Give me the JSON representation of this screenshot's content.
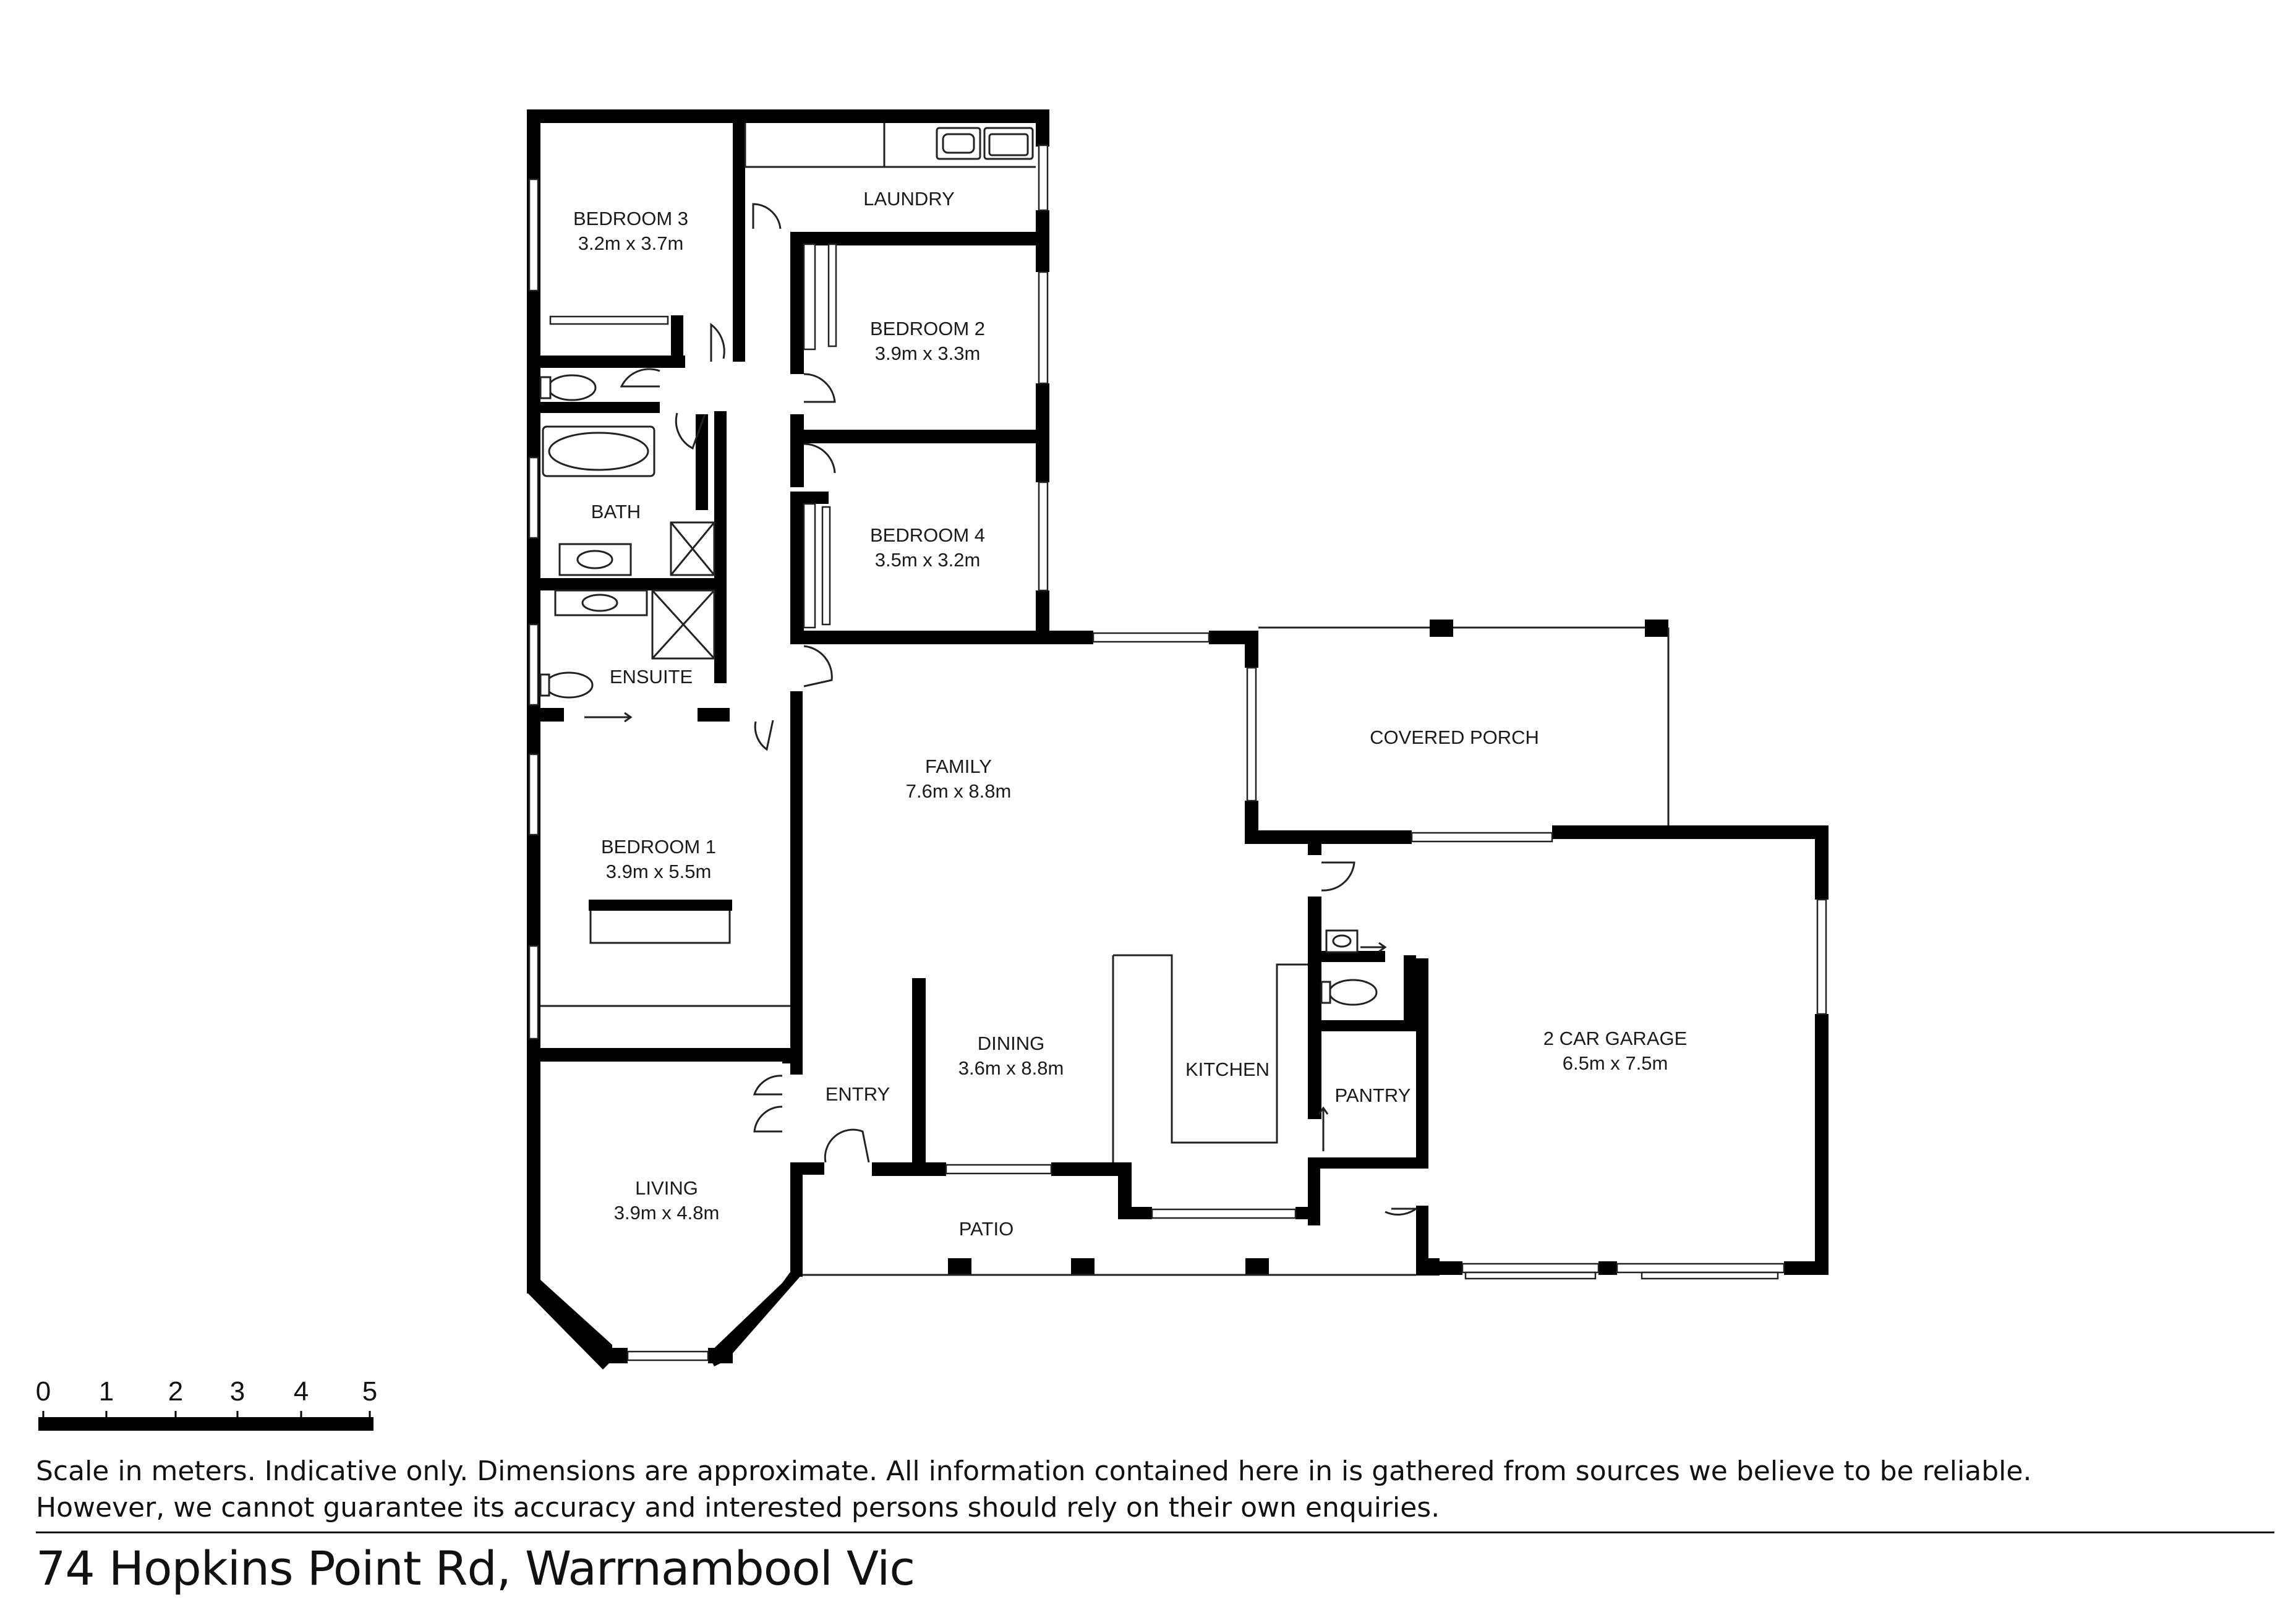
{
  "rooms": {
    "bedroom3": {
      "name": "BEDROOM 3",
      "size": "3.2m x 3.7m"
    },
    "laundry": {
      "name": "LAUNDRY"
    },
    "bedroom2": {
      "name": "BEDROOM 2",
      "size": "3.9m x 3.3m"
    },
    "bath": {
      "name": "BATH"
    },
    "bedroom4": {
      "name": "BEDROOM 4",
      "size": "3.5m x 3.2m"
    },
    "ensuite": {
      "name": "ENSUITE"
    },
    "covered_porch": {
      "name": "COVERED PORCH"
    },
    "family": {
      "name": "FAMILY",
      "size": "7.6m x 8.8m"
    },
    "bedroom1": {
      "name": "BEDROOM 1",
      "size": "3.9m x 5.5m"
    },
    "dining": {
      "name": "DINING",
      "size": "3.6m x 8.8m"
    },
    "kitchen": {
      "name": "KITCHEN"
    },
    "pantry": {
      "name": "PANTRY"
    },
    "garage": {
      "name": "2 CAR GARAGE",
      "size": "6.5m x 7.5m"
    },
    "entry": {
      "name": "ENTRY"
    },
    "living": {
      "name": "LIVING",
      "size": "3.9m x 4.8m"
    },
    "patio": {
      "name": "PATIO"
    }
  },
  "scale": {
    "ticks": [
      "0",
      "1",
      "2",
      "3",
      "4",
      "5"
    ],
    "unit": "meters"
  },
  "disclaimer": {
    "line1": "Scale in meters. Indicative only. Dimensions are approximate. All information contained here in is gathered from sources we believe to be reliable.",
    "line2": "However, we cannot guarantee its accuracy and interested persons should rely on their own enquiries."
  },
  "address": "74 Hopkins Point Rd, Warrnambool Vic"
}
